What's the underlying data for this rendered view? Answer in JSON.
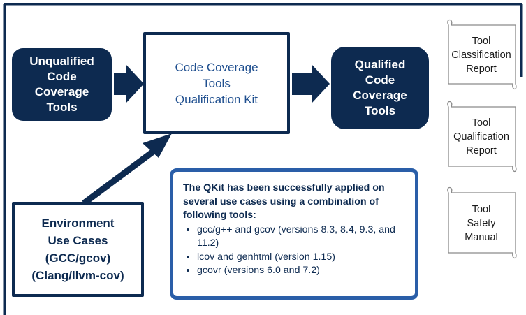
{
  "colors": {
    "navy": "#0d2a50",
    "blue_text": "#1f4f8f",
    "callout_border": "#2a5ea8",
    "doc_outline": "#8a8a8a"
  },
  "unqualified": {
    "lines": [
      "Unqualified",
      "Code",
      "Coverage",
      "Tools"
    ]
  },
  "kit": {
    "lines": [
      "Code Coverage",
      "Tools",
      "Qualification Kit"
    ]
  },
  "qualified": {
    "lines": [
      "Qualified",
      "Code",
      "Coverage",
      "Tools"
    ]
  },
  "environment": {
    "lines": [
      "Environment",
      "Use Cases",
      "(GCC/gcov)",
      "(Clang/llvm-cov)"
    ]
  },
  "callout": {
    "intro": "The QKit has been successfully applied on several use cases using a combination of following tools:",
    "items": [
      "gcc/g++ and gcov (versions 8.3, 8.4, 9.3, and 11.2)",
      "lcov and genhtml (version 1.15)",
      "gcovr (versions 6.0 and 7.2)"
    ]
  },
  "documents": [
    {
      "lines": [
        "Tool",
        "Classification",
        "Report"
      ]
    },
    {
      "lines": [
        "Tool",
        "Qualification",
        "Report"
      ]
    },
    {
      "lines": [
        "Tool",
        "Safety",
        "Manual"
      ]
    }
  ],
  "icons": [
    "right-arrow",
    "diagonal-arrow",
    "scroll-document"
  ]
}
